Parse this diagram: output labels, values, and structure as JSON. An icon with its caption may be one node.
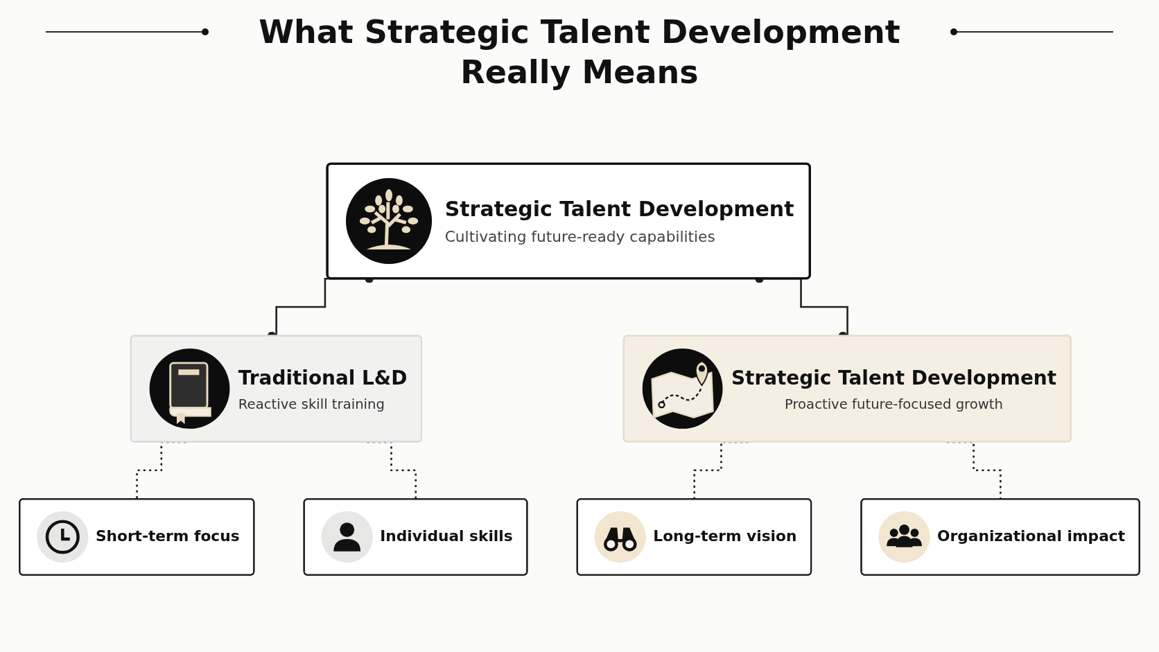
{
  "diagram": {
    "title": "What Strategic Talent Development Really Means",
    "nodes": [
      {
        "text": [
          "Strategic Talent Development",
          "Cultivating future-ready capabilities"
        ]
      },
      {
        "text": [
          "Traditional L&D",
          "Reactive skill training"
        ]
      },
      {
        "text": [
          "Strategic Talent Development",
          "Proactive future-focused growth"
        ]
      },
      {
        "text": [
          "Short-term focus"
        ]
      },
      {
        "text": [
          "Individual skills"
        ]
      },
      {
        "text": [
          "Long-term vision"
        ]
      },
      {
        "text": [
          "Organizational impact"
        ]
      }
    ],
    "edges": [
      {
        "from": 0,
        "to": 1,
        "arrow": "other"
      },
      {
        "from": 0,
        "to": 2,
        "arrow": "other"
      },
      {
        "from": 1,
        "to": 3,
        "arrow": "none",
        "style": "dashed"
      },
      {
        "from": 1,
        "to": 4,
        "arrow": "none",
        "style": "dashed"
      },
      {
        "from": 2,
        "to": 5,
        "arrow": "none",
        "style": "dashed"
      },
      {
        "from": 2,
        "to": 6,
        "arrow": "none",
        "style": "dashed"
      }
    ]
  }
}
